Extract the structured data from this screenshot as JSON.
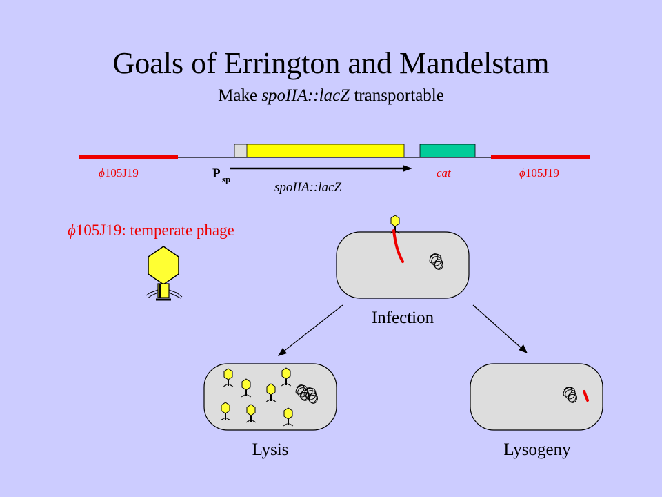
{
  "title": "Goals of Errington and Mandelstam",
  "subtitle": {
    "prefix": "Make ",
    "gene": "spoIIA::lacZ",
    "suffix": " transportable"
  },
  "construct": {
    "left_phage_label": "105J19",
    "right_phage_label": "105J19",
    "phi_symbol": "ϕ",
    "promoter_label": "P",
    "promoter_subscript": "sp",
    "fusion_label": "spoIIA::lacZ",
    "cat_label": "cat"
  },
  "phage_description": {
    "symbol": "ϕ",
    "text": "105J19: temperate phage"
  },
  "states": {
    "infection": "Infection",
    "lysis": "Lysis",
    "lysogeny": "Lysogeny"
  },
  "colors": {
    "background": "#ccccff",
    "phage_red": "#ee0000",
    "lacz_yellow": "#ffff00",
    "cat_green": "#00cc99",
    "cell_fill": "#dddddd",
    "phage_head": "#ffff33"
  }
}
